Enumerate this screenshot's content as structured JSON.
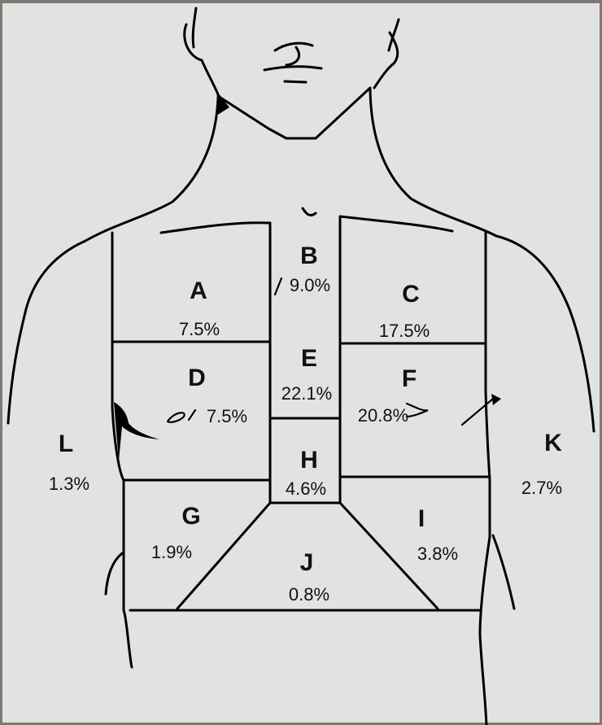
{
  "regions": [
    {
      "letter": "A",
      "percent": "7.5%"
    },
    {
      "letter": "B",
      "percent": "9.0%"
    },
    {
      "letter": "C",
      "percent": "17.5%"
    },
    {
      "letter": "D",
      "percent": "7.5%"
    },
    {
      "letter": "E",
      "percent": "22.1%"
    },
    {
      "letter": "F",
      "percent": "20.8%"
    },
    {
      "letter": "G",
      "percent": "1.9%"
    },
    {
      "letter": "H",
      "percent": "4.6%"
    },
    {
      "letter": "I",
      "percent": "3.8%"
    },
    {
      "letter": "J",
      "percent": "0.8%"
    },
    {
      "letter": "K",
      "percent": "2.7%"
    },
    {
      "letter": "L",
      "percent": "1.3%"
    }
  ],
  "colors": {
    "background": "#e2e2e2",
    "frame": "#7b7b74",
    "ink": "#000000"
  }
}
